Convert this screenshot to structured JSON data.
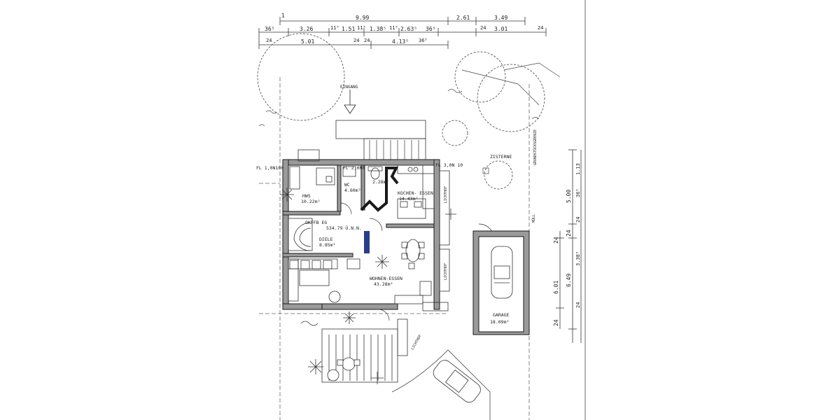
{
  "plan": {
    "dims_top": {
      "row1": [
        "1",
        "9.99",
        "2.61",
        "3.49"
      ],
      "row2": [
        "36⁵",
        "3.26",
        "11⁵",
        "1.51",
        "11⁵",
        "1.38⁵",
        "11⁵",
        "2.63⁵",
        "36⁵",
        "24",
        "3.01",
        "24"
      ],
      "row3": [
        "24",
        "5.01",
        "24",
        "24",
        "4.13⁵",
        "36⁵"
      ]
    },
    "entrance_label": "EINGANG",
    "rooms": {
      "hws": {
        "name": "HWS",
        "area": "10.22m²"
      },
      "wc": {
        "name": "WC",
        "area": "4.60m²"
      },
      "kochen": {
        "name": "KOCHEN- ESSEN",
        "area": "14.43m²"
      },
      "diele": {
        "name": "DIELE",
        "area": "8.85m²"
      },
      "wohnen": {
        "name": "WOHNEN-ESSEN",
        "area": "43.28m²"
      },
      "garage": {
        "name": "GARAGE",
        "area": "18.09m²"
      },
      "small": {
        "area": "2.28m²"
      }
    },
    "labels": {
      "ok_ffb": "OKFFB EG",
      "nn": "534.79 Ü.N.N.",
      "fl_left": "FL 1,0N100",
      "fl_wc": "FL 2,0N0",
      "fl_right": "FL 3,0N 10",
      "lichthof_1": "LICHTHOF",
      "lichthof_2": "LICHTHOF",
      "lichthof_3": "LICHTHOF",
      "zisterne": "ZISTERNE",
      "grenze": "GRUNDSTÜCKSGRENZE",
      "mull": "MÜLL"
    },
    "dims_right": {
      "inner": [
        "24",
        "6.01",
        "24"
      ],
      "mid": [
        "5.00",
        "24",
        "6.49"
      ],
      "outer": [
        "1.13",
        "36⁵",
        "24",
        "3.38⁵",
        "24"
      ]
    }
  }
}
